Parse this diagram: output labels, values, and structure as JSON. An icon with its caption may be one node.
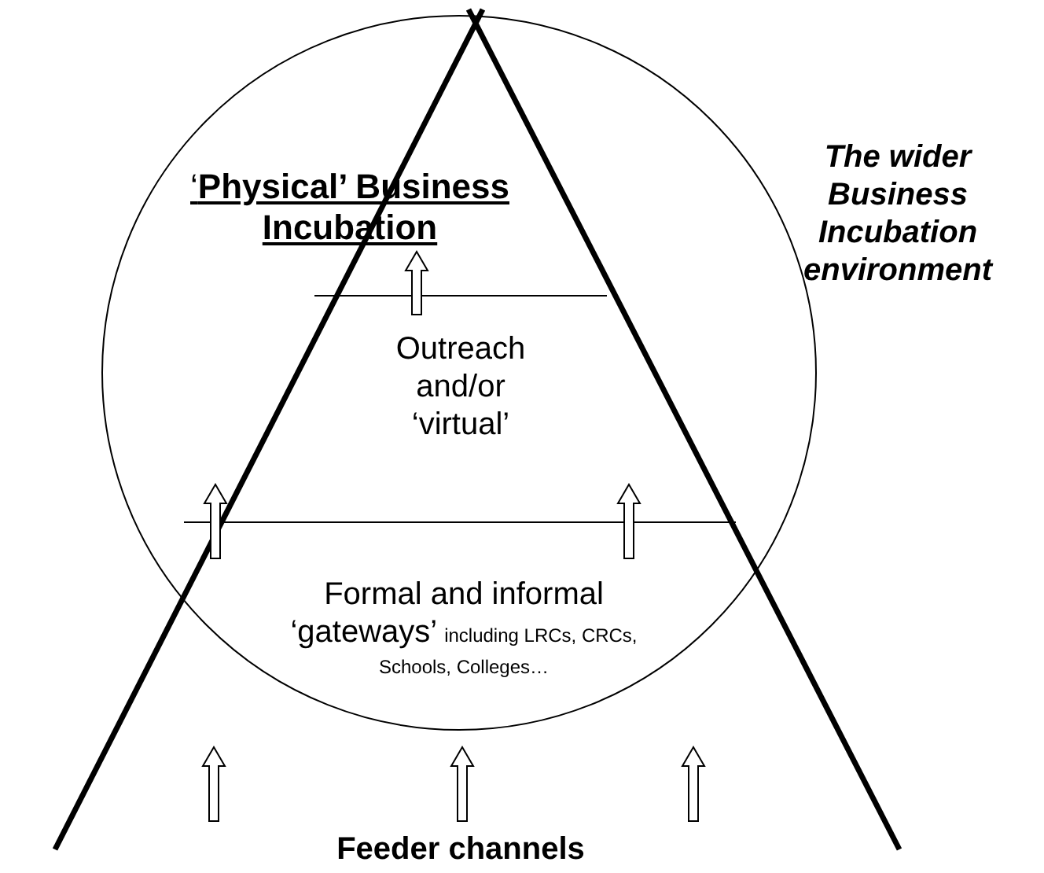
{
  "diagram": {
    "labels": [
      "‘**Physical’ Business Incubation**",
      "The wider Business Incubation environment",
      "Outreach and/or ‘virtual’",
      "Formal and informal ‘gateways’",
      "including LRCs, CRCs, Schools, Colleges…",
      "Feeder channels"
    ]
  }
}
